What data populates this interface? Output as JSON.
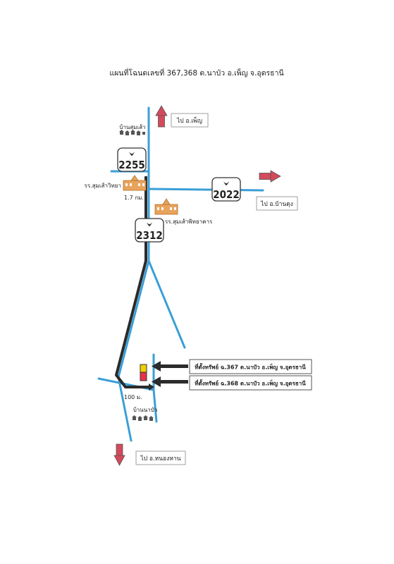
{
  "title": "แผนที่โฉนดเลขที่ 367,368 ต.นาบัว อ.เพ็ญ จ.อุดรธานี",
  "places": {
    "ban_sumsao": "บ้านสุมเส้า",
    "ban_nabua": "บ้านนาบัว",
    "school1": "รร.สุมเส้าวิทยา",
    "school2": "รร.สุมเส้าพิทยาคาร"
  },
  "directions": {
    "north": "ไป อ.เพ็ญ",
    "east": "ไป อ.บ้านดุง",
    "south": "ไป อ.หนองหาน"
  },
  "routes": {
    "r2255": "2255",
    "r2022": "2022",
    "r2312": "2312"
  },
  "distances": {
    "d1": "1.7 กม.",
    "d2": "100 ม."
  },
  "property_labels": {
    "p367": "ที่ตั้งทรัพย์ ฉ.367 ต.นาบัว อ.เพ็ญ จ.อุดรธานี",
    "p368": "ที่ตั้งทรัพย์ ฉ.368 ต.นาบัว อ.เพ็ญ จ.อุดรธานี"
  },
  "colors": {
    "road": "#3a9fd6",
    "route_path": "#2b2b2b",
    "direction_arrow": "#d34a5a",
    "property_367": "#f1d000",
    "property_368": "#e6334a",
    "school": "#e8a35c"
  }
}
